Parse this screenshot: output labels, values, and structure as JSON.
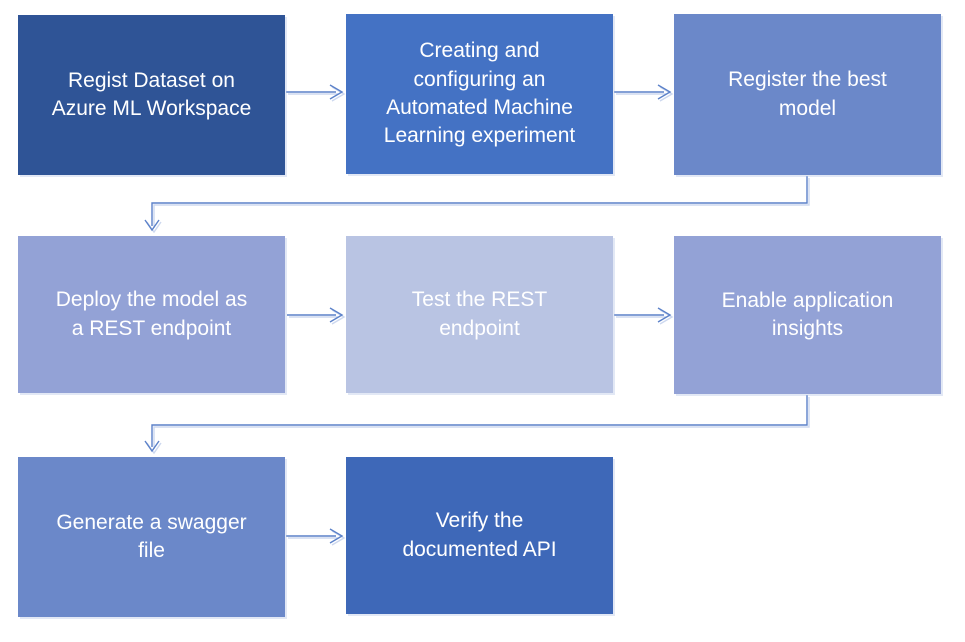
{
  "diagram": {
    "boxes": [
      {
        "id": "register-dataset",
        "label": "Regist Dataset on\nAzure ML Workspace",
        "color": "#2f5496"
      },
      {
        "id": "automl-experiment",
        "label": "Creating and\nconfiguring an\nAutomated Machine\nLearning experiment",
        "color": "#4472c4"
      },
      {
        "id": "register-model",
        "label": "Register the best\nmodel",
        "color": "#6b88c9"
      },
      {
        "id": "deploy-endpoint",
        "label": "Deploy the model as\na REST endpoint",
        "color": "#93a2d6"
      },
      {
        "id": "test-endpoint",
        "label": "Test the REST\nendpoint",
        "color": "#b9c4e3"
      },
      {
        "id": "enable-insights",
        "label": "Enable application\ninsights",
        "color": "#93a2d6"
      },
      {
        "id": "generate-swagger",
        "label": "Generate a swagger\nfile",
        "color": "#6b88c9"
      },
      {
        "id": "verify-api",
        "label": "Verify the\ndocumented API",
        "color": "#3e68b8"
      }
    ],
    "colors": {
      "connector": "#5b81c9",
      "connector_shadow": "#cdd8ef",
      "text": "#ffffff",
      "canvas_background": "#ffffff"
    }
  }
}
